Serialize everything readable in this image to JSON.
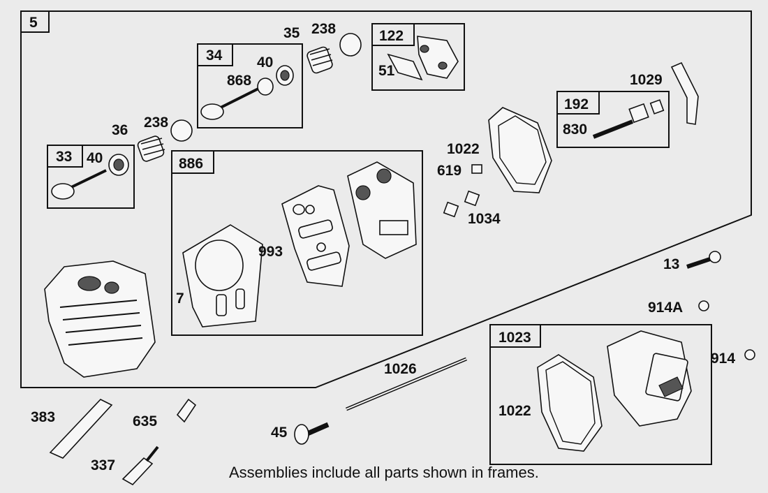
{
  "diagram": {
    "caption": "Assemblies include all parts shown in frames.",
    "frames": {
      "main": "5",
      "f33": "33",
      "f34": "34",
      "f122": "122",
      "f192": "192",
      "f886": "886",
      "f1023": "1023"
    },
    "labels": {
      "p35": "35",
      "p238a": "238",
      "p40a": "40",
      "p868": "868",
      "p51": "51",
      "p1029": "1029",
      "p36": "36",
      "p238b": "238",
      "p40b": "40",
      "p830": "830",
      "p1022a": "1022",
      "p619": "619",
      "p1034": "1034",
      "p993": "993",
      "p7": "7",
      "p13": "13",
      "p914A": "914A",
      "p914": "914",
      "p1026": "1026",
      "p1022b": "1022",
      "p383": "383",
      "p635": "635",
      "p45": "45",
      "p337": "337"
    }
  }
}
